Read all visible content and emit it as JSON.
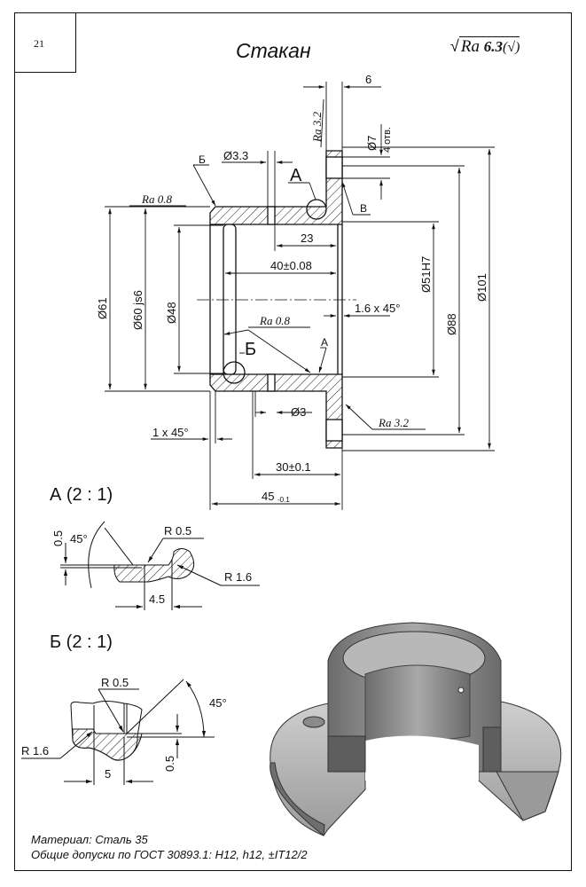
{
  "page": {
    "number": "21",
    "title": "Стакан"
  },
  "roughness_general": {
    "symbol": "√",
    "label": "Ra",
    "value": "6.3",
    "suffix": "(√)"
  },
  "main_view": {
    "dimensions": {
      "flange_width": "6",
      "hole_flange": "Ø7",
      "hole_count": "4 отв.",
      "hole_small_top": "Ø3.3",
      "hole_small_bottom": "Ø3",
      "d61": "Ø61",
      "d60": "Ø60 js6",
      "d48": "Ø48",
      "d51": "Ø51H7",
      "d88": "Ø88",
      "d101": "Ø101",
      "len23": "23",
      "len40": "40±0.08",
      "chamfer_inner": "1.6 x 45°",
      "chamfer_outer": "1 x 45°",
      "len30": "30±0.1",
      "len45": "45",
      "len45_tol": "-0.1"
    },
    "roughness": {
      "ra08_outer": "Ra 0.8",
      "ra08_inner": "Ra 0.8",
      "ra32_top": "Ra 3.2",
      "ra32_bottom": "Ra 3.2"
    },
    "callouts": {
      "a": "А",
      "b": "Б",
      "b_small": "Б",
      "a_small": "А",
      "v": "В"
    }
  },
  "detail_a": {
    "title": "А (2 : 1)",
    "dims": {
      "r05": "R 0.5",
      "r16": "R 1.6",
      "len": "4.5",
      "depth": "0.5",
      "angle": "45°"
    }
  },
  "detail_b": {
    "title": "Б (2 : 1)",
    "dims": {
      "r05": "R 0.5",
      "r16": "R 1.6",
      "len": "5",
      "depth": "0.5",
      "angle": "45°"
    }
  },
  "iso_view": {
    "caption": ""
  },
  "notes": {
    "material": "Материал: Сталь 35",
    "tolerances": "Общие допуски по ГОСТ 30893.1: H12, h12, ±IT12/2"
  }
}
